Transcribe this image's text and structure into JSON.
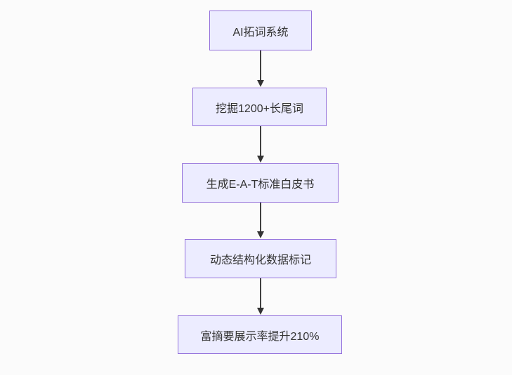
{
  "diagram": {
    "type": "flowchart",
    "direction": "top-down",
    "nodes": [
      {
        "label": "AI拓词系统"
      },
      {
        "label": "挖掘1200+长尾词"
      },
      {
        "label": "生成E-A-T标准白皮书"
      },
      {
        "label": "动态结构化数据标记"
      },
      {
        "label": "富摘要展示率提升210%"
      }
    ],
    "edges": [
      {
        "from": 0,
        "to": 1
      },
      {
        "from": 1,
        "to": 2
      },
      {
        "from": 2,
        "to": 3
      },
      {
        "from": 3,
        "to": 4
      }
    ],
    "colors": {
      "node_fill": "#ECECFF",
      "node_border": "#9370DB",
      "node_text": "#333333",
      "arrow": "#333333",
      "background": "#fbfbfb"
    }
  }
}
